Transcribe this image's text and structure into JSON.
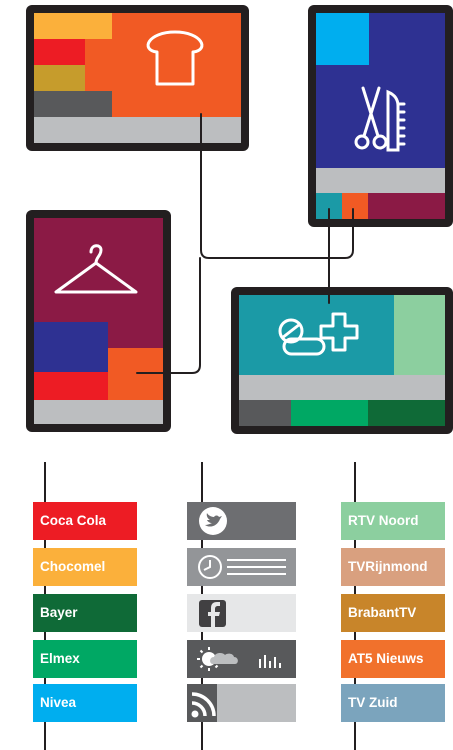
{
  "colors": {
    "frame": "#231f20",
    "screen_gray": "#bcbec0",
    "dark_gray": "#58595b",
    "orange": "#f15a24",
    "yellow": "#fbb03b",
    "red": "#ed1c24",
    "gold": "#c69c2c",
    "blue_light": "#00aeef",
    "navy": "#2e3192",
    "maroon": "#8b1a45",
    "teal": "#1b9aa6",
    "mint": "#8ccf9f",
    "green": "#00a864",
    "dark_green": "#0f6a37",
    "connector": "#231f20"
  },
  "screens": [
    {
      "name": "food-screen",
      "icon": "bread-icon"
    },
    {
      "name": "grooming-screen",
      "icon": "scissors-comb-icon"
    },
    {
      "name": "clothing-screen",
      "icon": "hanger-icon"
    },
    {
      "name": "health-screen",
      "icon": "pills-cross-icon"
    }
  ],
  "brands": [
    {
      "label": "Coca Cola",
      "color": "#ed1c24"
    },
    {
      "label": "Chocomel",
      "color": "#fbb03b"
    },
    {
      "label": "Bayer",
      "color": "#0f6a37"
    },
    {
      "label": "Elmex",
      "color": "#00a864"
    },
    {
      "label": "Nivea",
      "color": "#00aeef"
    }
  ],
  "channels": [
    {
      "icon": "twitter-icon",
      "color": "#6d6e71"
    },
    {
      "icon": "clock-list-icon",
      "color": "#939598"
    },
    {
      "icon": "facebook-icon",
      "color": "#e6e7e8"
    },
    {
      "icon": "weather-icon",
      "color": "#58595b"
    },
    {
      "icon": "rss-icon",
      "color": "#bcbec0"
    }
  ],
  "broadcasters": [
    {
      "label": "RTV Noord",
      "color": "#8ccf9f"
    },
    {
      "label": "TVRijnmond",
      "color": "#d9a07f"
    },
    {
      "label": "BrabantTV",
      "color": "#c8852a"
    },
    {
      "label": "AT5 Nieuws",
      "color": "#f1712c"
    },
    {
      "label": "TV Zuid",
      "color": "#7ba4bd"
    }
  ]
}
